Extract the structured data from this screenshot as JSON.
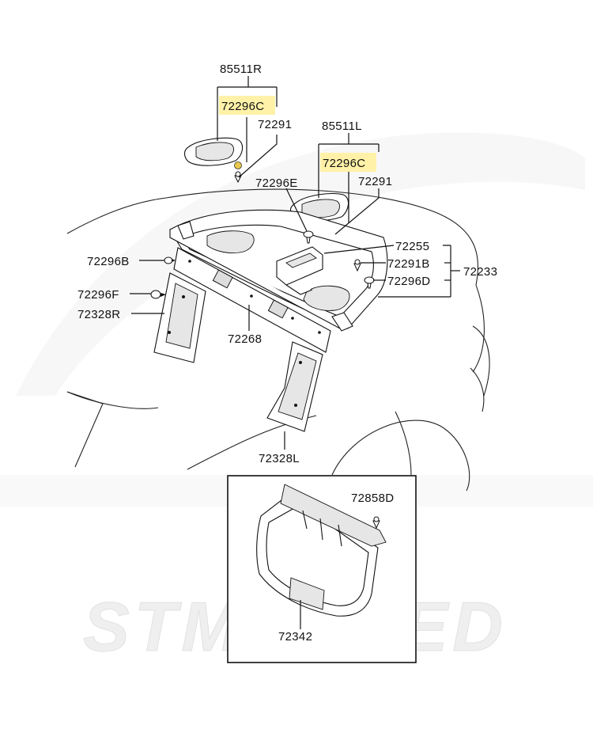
{
  "watermark": "STMTUNED",
  "colors": {
    "highlight": "#fff2a8",
    "hardware": "#e8c84a",
    "watermark": "#f0f0f0"
  },
  "labels": {
    "p85511R": "85511R",
    "p72296C_r": "72296C",
    "p72291_r": "72291",
    "p85511L": "85511L",
    "p72296C_l": "72296C",
    "p72291_l": "72291",
    "p72296E": "72296E",
    "p72255": "72255",
    "p72291B": "72291B",
    "p72296D": "72296D",
    "p72233": "72233",
    "p72296B": "72296B",
    "p72296F": "72296F",
    "p72328R": "72328R",
    "p72268": "72268",
    "p72328L": "72328L",
    "p72858D": "72858D",
    "p72342": "72342"
  },
  "highlighted_parts": [
    "72296C"
  ]
}
